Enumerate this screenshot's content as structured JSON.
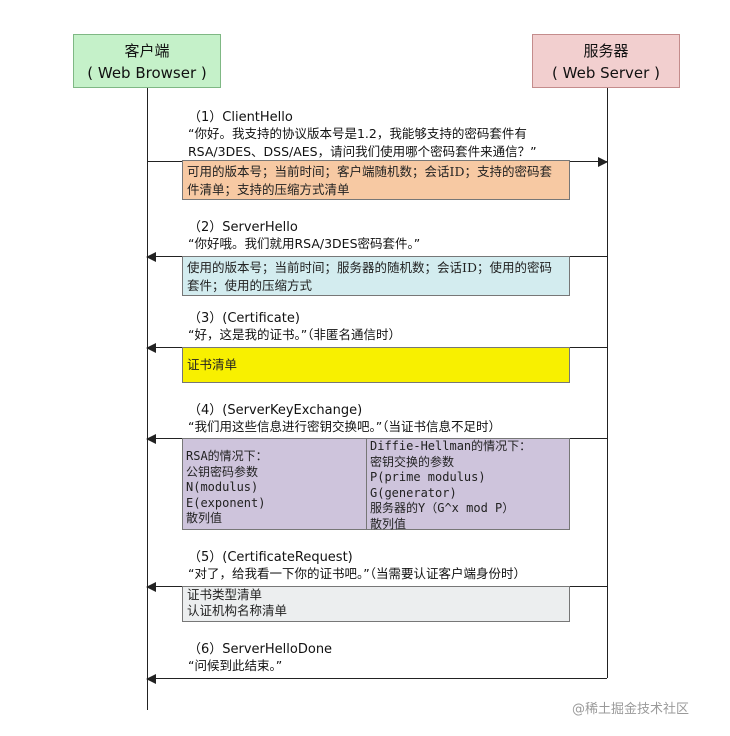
{
  "client": {
    "name": "客户端",
    "sub": "( Web Browser )"
  },
  "server": {
    "name": "服务器",
    "sub": "( Web Server )"
  },
  "messages": [
    {
      "title": "（1）ClientHello",
      "quote": [
        "“你好。我支持的协议版本号是1.2，我能够支持的密码套件有",
        "RSA/3DES、DSS/AES，请问我们使用哪个密码套件来通信？”"
      ],
      "direction": "to-server",
      "box": [
        "可用的版本号；当前时间；客户端随机数；会话ID；支持的密码套",
        "件清单；支持的压缩方式清单"
      ]
    },
    {
      "title": "（2）ServerHello",
      "quote": [
        "“你好哦。我们就用RSA/3DES密码套件。”"
      ],
      "direction": "to-client",
      "box": [
        "使用的版本号；当前时间；服务器的随机数；会话ID；使用的密码",
        "套件；使用的压缩方式"
      ]
    },
    {
      "title": "（3）(Certificate)",
      "quote": [
        "“好，这是我的证书。”（非匿名通信时）"
      ],
      "direction": "to-client",
      "box": [
        "证书清单"
      ]
    },
    {
      "title": "（4）(ServerKeyExchange)",
      "quote": [
        "“我们用这些信息进行密钥交换吧。”（当证书信息不足时）"
      ],
      "direction": "to-client",
      "box_left": [
        "RSA的情况下：",
        "公钥密码参数",
        "N(modulus)",
        "E(exponent)",
        "散列值"
      ],
      "box_right": [
        "Diffie-Hellman的情况下：",
        "密钥交换的参数",
        "P(prime modulus)",
        "G(generator)",
        "服务器的Y（G^x mod P）",
        "散列值"
      ]
    },
    {
      "title": "（5）(CertificateRequest)",
      "quote": [
        "“对了，给我看一下你的证书吧。”（当需要认证客户端身份时）"
      ],
      "direction": "to-client",
      "box": [
        "证书类型清单",
        "认证机构名称清单"
      ]
    },
    {
      "title": "（6）ServerHelloDone",
      "quote": [
        "“问候到此结束。”"
      ],
      "direction": "to-client"
    }
  ],
  "watermark": "@稀土掘金技术社区"
}
